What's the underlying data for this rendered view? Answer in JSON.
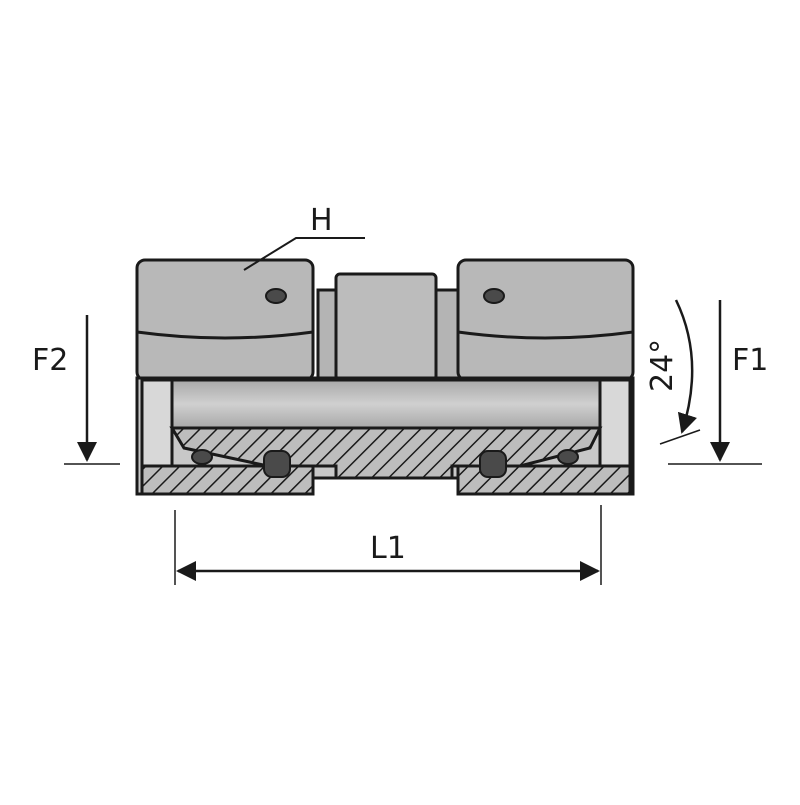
{
  "labels": {
    "hex": "H",
    "thread_left": "F2",
    "thread_right": "F1",
    "cone_angle": "24°",
    "length": "L1"
  },
  "colors": {
    "body_fill": "#b4b4b4",
    "body_fill_light": "#c9c9c9",
    "body_fill_dark": "#8f8f8f",
    "outline": "#1a1a1a",
    "dimension_line": "#1a1a1a"
  }
}
